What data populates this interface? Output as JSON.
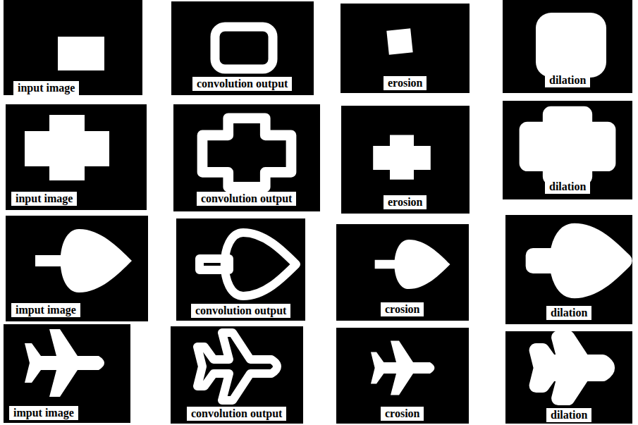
{
  "diagram": {
    "nodes": [
      {
        "text": [
          "input image"
        ]
      },
      {
        "text": [
          "convolution output"
        ]
      },
      {
        "text": [
          "erosion"
        ]
      },
      {
        "text": [
          "dilation"
        ]
      },
      {
        "text": [
          "input image"
        ]
      },
      {
        "text": [
          "convolution output"
        ]
      },
      {
        "text": [
          "erosion"
        ]
      },
      {
        "text": [
          "dilation"
        ]
      },
      {
        "text": [
          "imput image"
        ]
      },
      {
        "text": [
          "convolution output"
        ]
      },
      {
        "text": [
          "crosion"
        ]
      },
      {
        "text": [
          "dilation"
        ]
      },
      {
        "text": [
          "imput image"
        ]
      },
      {
        "text": [
          "convolution output"
        ]
      },
      {
        "text": [
          "crosion"
        ]
      },
      {
        "text": [
          "dilation"
        ]
      }
    ]
  }
}
